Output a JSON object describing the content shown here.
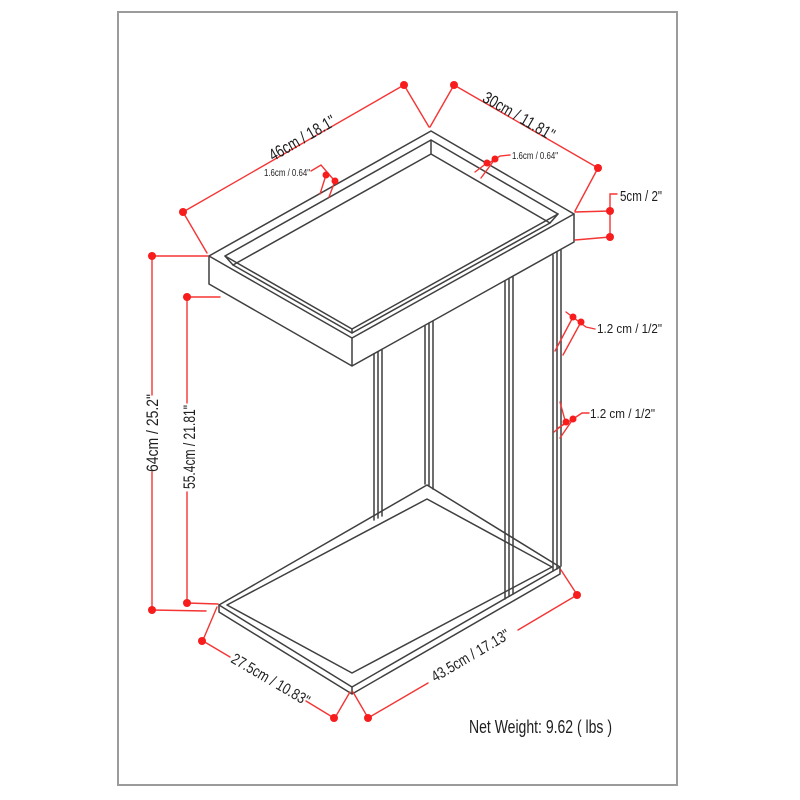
{
  "diagram": {
    "kind": "product-dimension-diagram",
    "subject": "C-shaped side table with lipped tray top and open metal base",
    "labels": {
      "top_length": "46cm / 18.1\"",
      "top_depth": "30cm / 11.81\"",
      "lip_left": "1.6cm / 0.64\"",
      "lip_right": "1.6cm / 0.64\"",
      "tray_height": "5cm / 2\"",
      "tube_width_upper": "1.2 cm / 1/2\"",
      "tube_width_lower": "1.2 cm / 1/2\"",
      "overall_height": "64cm / 25.2\"",
      "under_clearance": "55.4cm / 21.81\"",
      "base_depth": "27.5cm / 10.83\"",
      "base_length": "43.5cm / 17.13\"",
      "net_weight": "Net Weight: 9.62 ( lbs )"
    },
    "colors": {
      "dimension_line": "#f53434",
      "dimension_dot": "#f71d1d",
      "drawing_line": "#3f3f3f",
      "text": "#1e1e1e",
      "border": "#9b9b9b",
      "background": "#ffffff"
    }
  }
}
